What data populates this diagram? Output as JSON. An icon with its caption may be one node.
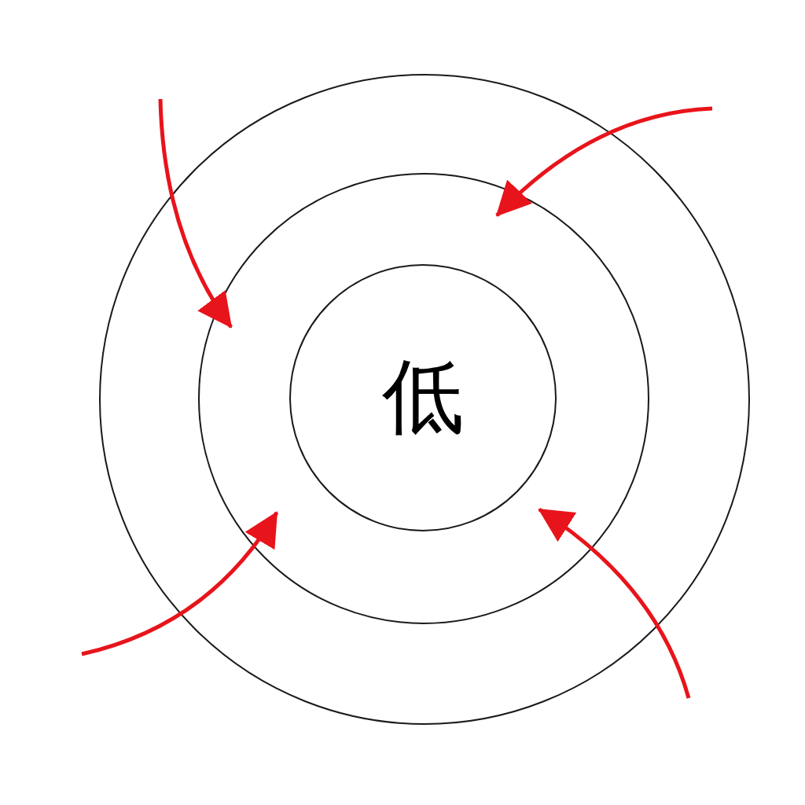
{
  "diagram": {
    "nodes": [
      {
        "text": [],
        "shape": "circle"
      },
      {
        "text": [],
        "shape": "circle",
        "in": 0
      },
      {
        "text": [
          "低"
        ],
        "in": 1
      }
    ],
    "edges": [
      {
        "from": null,
        "to": 1,
        "arrow": "to"
      },
      {
        "from": null,
        "to": 1,
        "arrow": "to"
      },
      {
        "from": null,
        "to": 1,
        "arrow": "to"
      },
      {
        "from": null,
        "to": 2,
        "arrow": "to"
      }
    ]
  }
}
